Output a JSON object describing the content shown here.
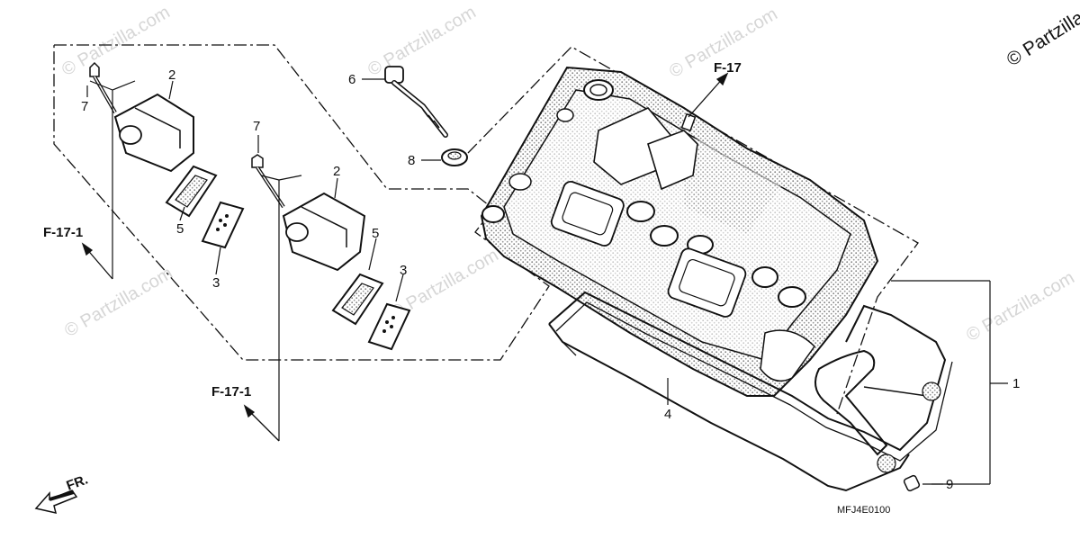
{
  "watermark": {
    "text": "© Partzilla.com",
    "corner_text": "© Partzilla"
  },
  "references": {
    "f17": "F-17",
    "f17_1": "F-17-1"
  },
  "callouts": [
    "1",
    "2",
    "3",
    "4",
    "5",
    "6",
    "7",
    "8",
    "9"
  ],
  "front_label": "FR.",
  "diagram_code": "MFJ4E0100",
  "colors": {
    "line": "#111111",
    "hatch": "#8c8c8c",
    "watermark": "#d6d6d6"
  }
}
